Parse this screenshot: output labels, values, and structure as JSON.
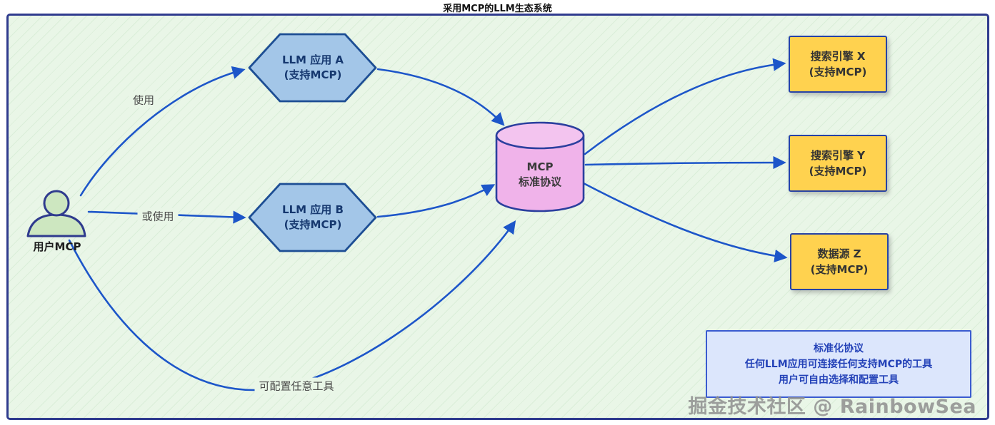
{
  "title": "采用MCP的LLM生态系统",
  "watermark": "掘金技术社区 @ RainbowSea",
  "colors": {
    "canvas_bg": "#e9f6e7",
    "canvas_border": "#2f3b8e",
    "arrow": "#1d56c9",
    "hexagon_fill": "#a3c6e8",
    "hexagon_stroke": "#1d4e94",
    "cylinder_fill": "#f0b3ea",
    "cylinder_stroke": "#2b3f9e",
    "tool_box_fill": "#ffd24f",
    "tool_box_stroke": "#2743a6",
    "note_fill": "#dce6fc",
    "note_stroke": "#3a5bd0",
    "user_fill": "#cde7c0"
  },
  "icons": {
    "user": "user-icon",
    "mcp": "database-cylinder-icon"
  },
  "nodes": {
    "user": {
      "label": "用户MCP"
    },
    "app_a": {
      "title": "LLM 应用 A",
      "subtitle": "(支持MCP)"
    },
    "app_b": {
      "title": "LLM 应用 B",
      "subtitle": "(支持MCP)"
    },
    "mcp": {
      "title": "MCP",
      "subtitle": "标准协议"
    },
    "search_x": {
      "title": "搜索引擎 X",
      "subtitle": "(支持MCP)"
    },
    "search_y": {
      "title": "搜索引擎 Y",
      "subtitle": "(支持MCP)"
    },
    "data_z": {
      "title": "数据源 Z",
      "subtitle": "(支持MCP)"
    }
  },
  "edge_labels": {
    "use": "使用",
    "or_use": "或使用",
    "configure": "可配置任意工具"
  },
  "note": {
    "line1": "标准化协议",
    "line2": "任何LLM应用可连接任何支持MCP的工具",
    "line3": "用户可自由选择和配置工具"
  }
}
